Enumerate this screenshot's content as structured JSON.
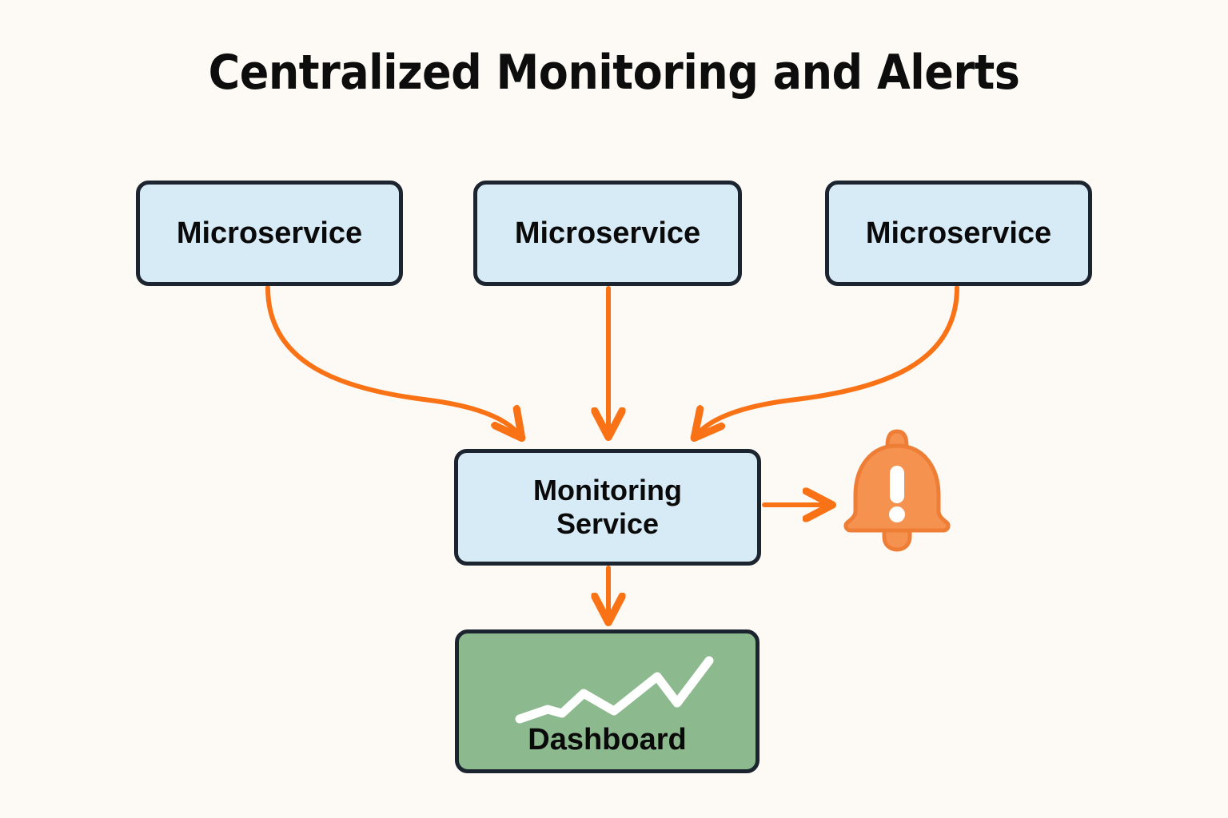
{
  "page": {
    "title": "Centralized Monitoring and Alerts",
    "background_color": "#fdfaf5"
  },
  "palette": {
    "service_fill": "#d7ebf7",
    "service_border": "#1c2430",
    "dashboard_fill": "#8cb98e",
    "arrow_color": "#f97316",
    "bell_fill": "#f59250",
    "bell_stroke": "#ee7d35",
    "sparkline_color": "#ffffff",
    "text_color": "#0a0a0a"
  },
  "nodes": {
    "microservice_1": {
      "label": "Microservice"
    },
    "microservice_2": {
      "label": "Microservice"
    },
    "microservice_3": {
      "label": "Microservice"
    },
    "monitoring_service": {
      "label_line1": "Monitoring",
      "label_line2": "Service"
    },
    "dashboard": {
      "label": "Dashboard"
    }
  },
  "icons": {
    "alert_bell": "bell-alert-icon",
    "sparkline": "line-chart-icon"
  },
  "edges": [
    {
      "name": "microservice-1-to-monitoring",
      "from": "microservice_1",
      "to": "monitoring_service",
      "style": "curved"
    },
    {
      "name": "microservice-2-to-monitoring",
      "from": "microservice_2",
      "to": "monitoring_service",
      "style": "straight"
    },
    {
      "name": "microservice-3-to-monitoring",
      "from": "microservice_3",
      "to": "monitoring_service",
      "style": "curved"
    },
    {
      "name": "monitoring-to-alert-bell",
      "from": "monitoring_service",
      "to": "alert_bell",
      "style": "straight"
    },
    {
      "name": "monitoring-to-dashboard",
      "from": "monitoring_service",
      "to": "dashboard",
      "style": "straight"
    }
  ],
  "chart_data": {
    "type": "line",
    "title": "Dashboard",
    "xlabel": "",
    "ylabel": "",
    "x": [
      0,
      1,
      2,
      3,
      4,
      5,
      6,
      7
    ],
    "values": [
      18,
      33,
      27,
      58,
      30,
      74,
      40,
      100
    ],
    "series": [
      {
        "name": "metric",
        "values": [
          18,
          33,
          27,
          58,
          30,
          74,
          40,
          100
        ]
      }
    ],
    "grid": false,
    "legend": "none",
    "ylim": [
      0,
      100
    ]
  }
}
